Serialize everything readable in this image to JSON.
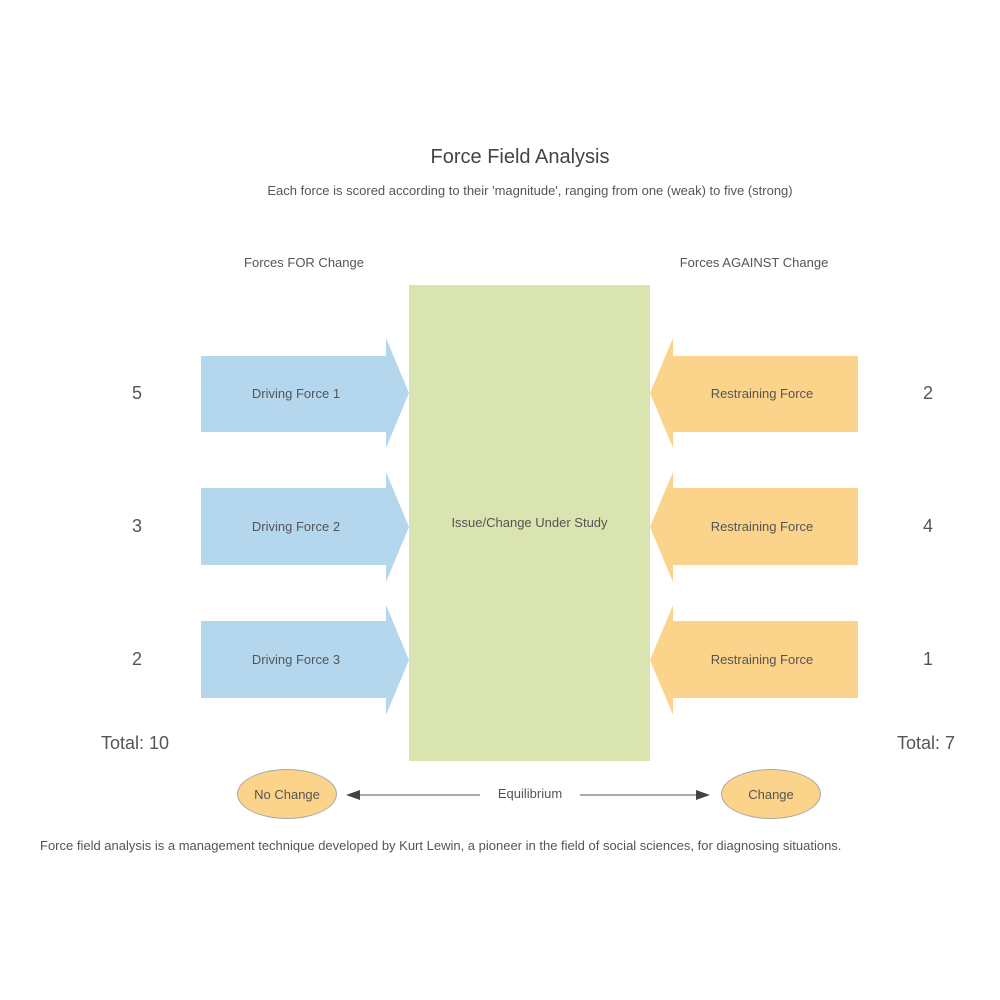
{
  "title": "Force Field Analysis",
  "subtitle": "Each force is scored according to their 'magnitude', ranging from one (weak) to five (strong)",
  "forces_for_label": "Forces FOR Change",
  "forces_against_label": "Forces AGAINST Change",
  "center_label": "Issue/Change Under Study",
  "driving_forces": [
    {
      "label": "Driving Force 1",
      "score": "5"
    },
    {
      "label": "Driving Force 2",
      "score": "3"
    },
    {
      "label": "Driving Force 3",
      "score": "2"
    }
  ],
  "restraining_forces": [
    {
      "label": "Restraining Force",
      "score": "2"
    },
    {
      "label": "Restraining Force",
      "score": "4"
    },
    {
      "label": "Restraining Force",
      "score": "1"
    }
  ],
  "total_for": "Total: 10",
  "total_against": "Total: 7",
  "no_change_label": "No Change",
  "change_label": "Change",
  "equilibrium_label": "Equilibrium",
  "footnote": "Force field analysis is a management technique developed by Kurt Lewin, a pioneer in the field of social sciences, for diagnosing situations.",
  "colors": {
    "driving": "#b5d7ee",
    "restraining": "#fbd38a",
    "center": "#d9e4b0"
  }
}
